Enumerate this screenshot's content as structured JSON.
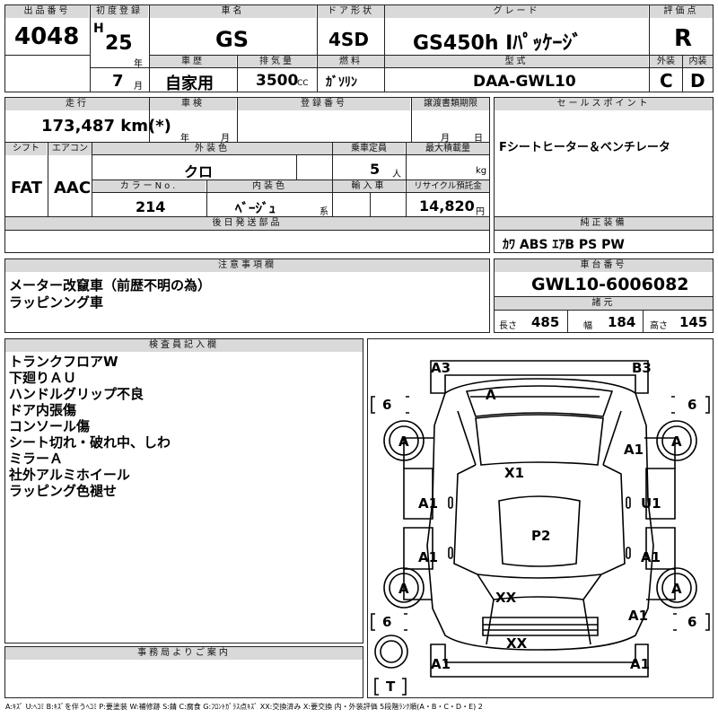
{
  "headers": {
    "lot_no": "出品番号",
    "first_reg": "初度登録",
    "car_name": "車名",
    "door": "ドア形状",
    "grade": "グレード",
    "score": "評価点",
    "history": "車歴",
    "displacement": "排気量",
    "fuel": "燃料",
    "model_code": "型式",
    "exterior": "外装",
    "interior": "内装",
    "mileage": "走行",
    "inspection": "車検",
    "reg_no": "登録番号",
    "transfer": "譲渡書類期限",
    "sales_point": "セールスポイント",
    "shift": "シフト",
    "aircon": "エアコン",
    "ext_color": "外装色",
    "capacity": "乗車定員",
    "max_load": "最大積載量",
    "color_no": "カラーNo.",
    "int_color": "内装色",
    "import": "輸入車",
    "recycle": "リサイクル預託金",
    "later_parts": "後日発送部品",
    "genuine": "純正装備",
    "caution": "注意事項欄",
    "chassis": "車台番号",
    "specs": "諸元",
    "inspector": "検査員記入欄",
    "office": "事務局よりご案内"
  },
  "lot_no": "4048",
  "era_letter": "H",
  "year": "25",
  "year_unit": "年",
  "month": "7",
  "month_unit": "月",
  "car_name": "GS",
  "door_type": "4SD",
  "grade": "GS450h Ⅰﾊﾟｯｹｰｼﾞ",
  "score": "R",
  "history": "自家用",
  "displacement": "3500",
  "displacement_unit": "CC",
  "fuel": "ｶﾞｿﾘﾝ",
  "model_code": "DAA-GWL10",
  "exterior_grade": "C",
  "interior_grade": "D",
  "mileage": "173,487 km(*)",
  "inspection_year_unit": "年",
  "inspection_month_unit": "月",
  "transfer_month_unit": "月",
  "transfer_day_unit": "日",
  "sales_point": "Fシートヒーター＆ベンチレータ",
  "shift": "FAT",
  "aircon": "AAC",
  "ext_color": "クロ",
  "capacity": "5",
  "capacity_unit": "人",
  "load_unit": "kg",
  "color_no": "214",
  "int_color": "ﾍﾞｰｼﾞｭ",
  "int_color_suffix": "系",
  "recycle_fee": "14,820",
  "recycle_unit": "円",
  "genuine_equipment": "ｶﾜ ABS ｴｱB PS PW",
  "caution_lines": [
    "メーター改竄車（前歴不明の為）",
    "ラッピンング車"
  ],
  "chassis_no": "GWL10-6006082",
  "spec_length_label": "長さ",
  "spec_length": "485",
  "spec_width_label": "幅",
  "spec_width": "184",
  "spec_height_label": "高さ",
  "spec_height": "145",
  "inspector_notes": [
    "トランクフロアW",
    "下廻りＡＵ",
    "ハンドルグリップ不良",
    "ドア内張傷",
    "コンソール傷",
    "シート切れ・破れ中、しわ",
    "ミラーＡ",
    "社外アルミホイール",
    "ラッピング色褪せ"
  ],
  "diagram_labels": {
    "a3": "A3",
    "b3": "B3",
    "roof_a": "A",
    "tire_fl": "A",
    "tire_fr": "A",
    "tire_rl": "A",
    "tire_rr": "A",
    "fender_a1": "A1",
    "x1": "X1",
    "door_l1": "A1",
    "door_r1": "U1",
    "p2": "P2",
    "door_l2": "A1",
    "door_r2": "A1",
    "xx1": "XX",
    "rear_r_a1": "A1",
    "xx2": "XX",
    "front_l": "A1",
    "front_r": "A1",
    "tread": "6",
    "spare": "T"
  },
  "legend": "A:ｷｽﾞ U:ﾍｺﾐ B:ｷｽﾞを伴うﾍｺﾐ P:要塗装 W:補修跡 S:錆 C:腐食 G:ﾌﾛﾝﾄｶﾞﾗｽ点ｷｽﾞ XX:交換済み X:要交換 内・外装評価 5段階ﾗﾝｸ順(A・B・C・D・E) 2"
}
